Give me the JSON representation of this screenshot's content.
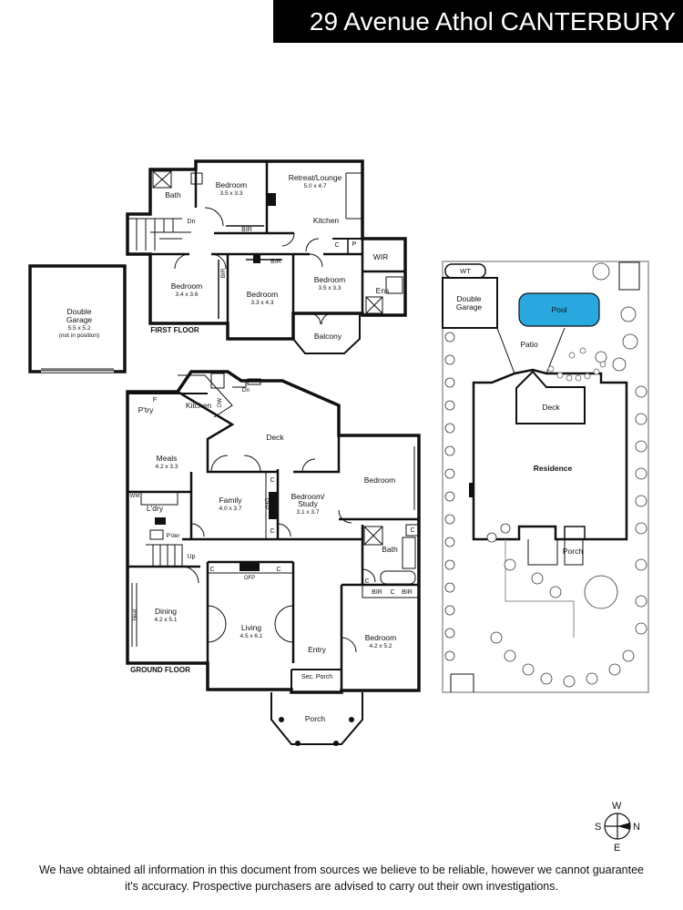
{
  "header": {
    "title": "29 Avenue Athol CANTERBURY"
  },
  "floor_labels": {
    "first": "FIRST FLOOR",
    "ground": "GROUND FLOOR"
  },
  "rooms": {
    "first_bedroom1": {
      "name": "Bedroom",
      "dims": "3.5 x 3.3"
    },
    "retreat": {
      "name": "Retreat/Lounge",
      "dims": "5.0 x 4.7"
    },
    "first_kitchen": {
      "name": "Kitchen"
    },
    "first_bath": {
      "name": "Bath"
    },
    "first_dn": {
      "name": "Dn"
    },
    "first_bir1": {
      "name": "BIR"
    },
    "first_bir2": {
      "name": "BIR"
    },
    "first_bir3": {
      "name": "BIR"
    },
    "first_c": {
      "name": "C"
    },
    "first_p": {
      "name": "P"
    },
    "wir": {
      "name": "WIR"
    },
    "ens": {
      "name": "Ens"
    },
    "first_bedroom2": {
      "name": "Bedroom",
      "dims": "3.4 x 3.6"
    },
    "first_bedroom3": {
      "name": "Bedroom",
      "dims": "3.3 x 4.3"
    },
    "first_bedroom4": {
      "name": "Bedroom",
      "dims": "3.5 x 3.3"
    },
    "balcony": {
      "name": "Balcony"
    },
    "garage": {
      "name1": "Double",
      "name2": "Garage",
      "dims": "5.5 x 5.2",
      "note": "(not in position)"
    },
    "ground_kitchen": {
      "name": "Kitchen"
    },
    "ptry": {
      "name": "P'try"
    },
    "f": {
      "name": "F"
    },
    "dw": {
      "name": "DW"
    },
    "ground_dn": {
      "name": "Dn"
    },
    "deck": {
      "name": "Deck"
    },
    "meals": {
      "name": "Meals",
      "dims": "4.2 x 3.3"
    },
    "wm": {
      "name": "WM"
    },
    "ldry": {
      "name": "L'dry"
    },
    "pder": {
      "name": "P'der"
    },
    "up": {
      "name": "Up"
    },
    "family": {
      "name": "Family",
      "dims": "4.0 x 3.7"
    },
    "ofp1": {
      "name": "OFP"
    },
    "ground_c1": {
      "name": "C"
    },
    "ground_c2": {
      "name": "C"
    },
    "study": {
      "name": "Bedroom/",
      "name2": "Study",
      "dims": "3.1 x 3.7"
    },
    "ground_bedroom1": {
      "name": "Bedroom"
    },
    "ground_bath": {
      "name": "Bath"
    },
    "ground_c3": {
      "name": "C"
    },
    "ground_c4": {
      "name": "C"
    },
    "ground_c5": {
      "name": "C"
    },
    "ground_c6": {
      "name": "C"
    },
    "ofp2": {
      "name": "OFP"
    },
    "bir4": {
      "name": "BIR"
    },
    "bir5": {
      "name": "BIR"
    },
    "ground_c7": {
      "name": "C"
    },
    "dining": {
      "name": "Dining",
      "dims": "4.2 x 5.1"
    },
    "heat": {
      "name": "Heat"
    },
    "living": {
      "name": "Living",
      "dims": "4.5 x 6.1"
    },
    "entry": {
      "name": "Entry"
    },
    "sec_porch": {
      "name": "Sec. Porch"
    },
    "ground_bedroom2": {
      "name": "Bedroom",
      "dims": "4.2 x 5.2"
    },
    "porch": {
      "name": "Porch"
    }
  },
  "site": {
    "wt": "WT",
    "garage1": "Double",
    "garage2": "Garage",
    "pool": "Pool",
    "patio": "Patio",
    "deck": "Deck",
    "residence": "Residence",
    "porch": "Porch",
    "pool_color": "#29a8e0"
  },
  "compass": {
    "n": "N",
    "s": "S",
    "e": "E",
    "w": "W"
  },
  "disclaimer": {
    "line1": "We have obtained all information in this document from sources we believe to be reliable, however we cannot guarantee",
    "line2": "it's accuracy. Prospective purchasers are advised to carry out their own investigations."
  }
}
